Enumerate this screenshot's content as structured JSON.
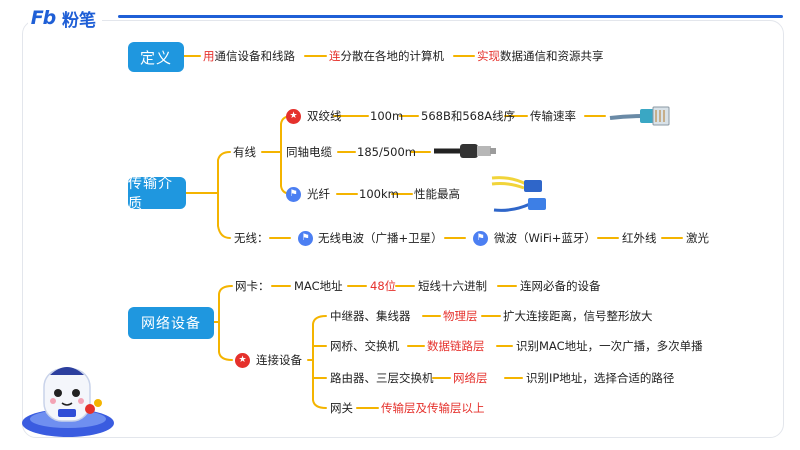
{
  "brand": {
    "mark": "Fb",
    "name": "粉笔"
  },
  "definition": {
    "title": "定义",
    "segments": [
      {
        "em": "用",
        "rest": "通信设备和线路"
      },
      {
        "em": "连",
        "rest": "分散在各地的计算机"
      },
      {
        "em": "实现",
        "rest": "数据通信和资源共享"
      }
    ]
  },
  "media": {
    "title": "传输介质",
    "wired": {
      "label": "有线",
      "twisted_pair": [
        "双绞线",
        "100m",
        "568B和568A线序",
        "传输速率"
      ],
      "coax": [
        "同轴电缆",
        "185/500m"
      ],
      "fiber": [
        "光纤",
        "100km",
        "性能最高"
      ]
    },
    "wireless": {
      "label": "无线：",
      "items": [
        "无线电波（广播+卫星）",
        "微波（WiFi+蓝牙）",
        "红外线",
        "激光"
      ]
    }
  },
  "devices": {
    "title": "网络设备",
    "nic": {
      "label": "网卡：",
      "items": [
        "MAC地址",
        "48位",
        "短线十六进制",
        "连网必备的设备"
      ]
    },
    "connect": {
      "label": "连接设备",
      "rows": [
        {
          "name": "中继器、集线器",
          "layer": "物理层",
          "desc": "扩大连接距离，信号整形放大"
        },
        {
          "name": "网桥、交换机",
          "layer": "数据链路层",
          "desc": "识别MAC地址，一次广播，多次单播"
        },
        {
          "name": "路由器、三层交换机",
          "layer": "网络层",
          "desc": "识别IP地址，选择合适的路径"
        },
        {
          "name": "网关",
          "layer": "传输层及传输层以上",
          "desc": ""
        }
      ]
    }
  },
  "colors": {
    "box": "#1f97df",
    "connector": "#f4b400",
    "emphasis": "#e5312c",
    "brand": "#1f5fd6"
  },
  "icons": {
    "key_point": "star-icon",
    "note": "flag-icon"
  }
}
